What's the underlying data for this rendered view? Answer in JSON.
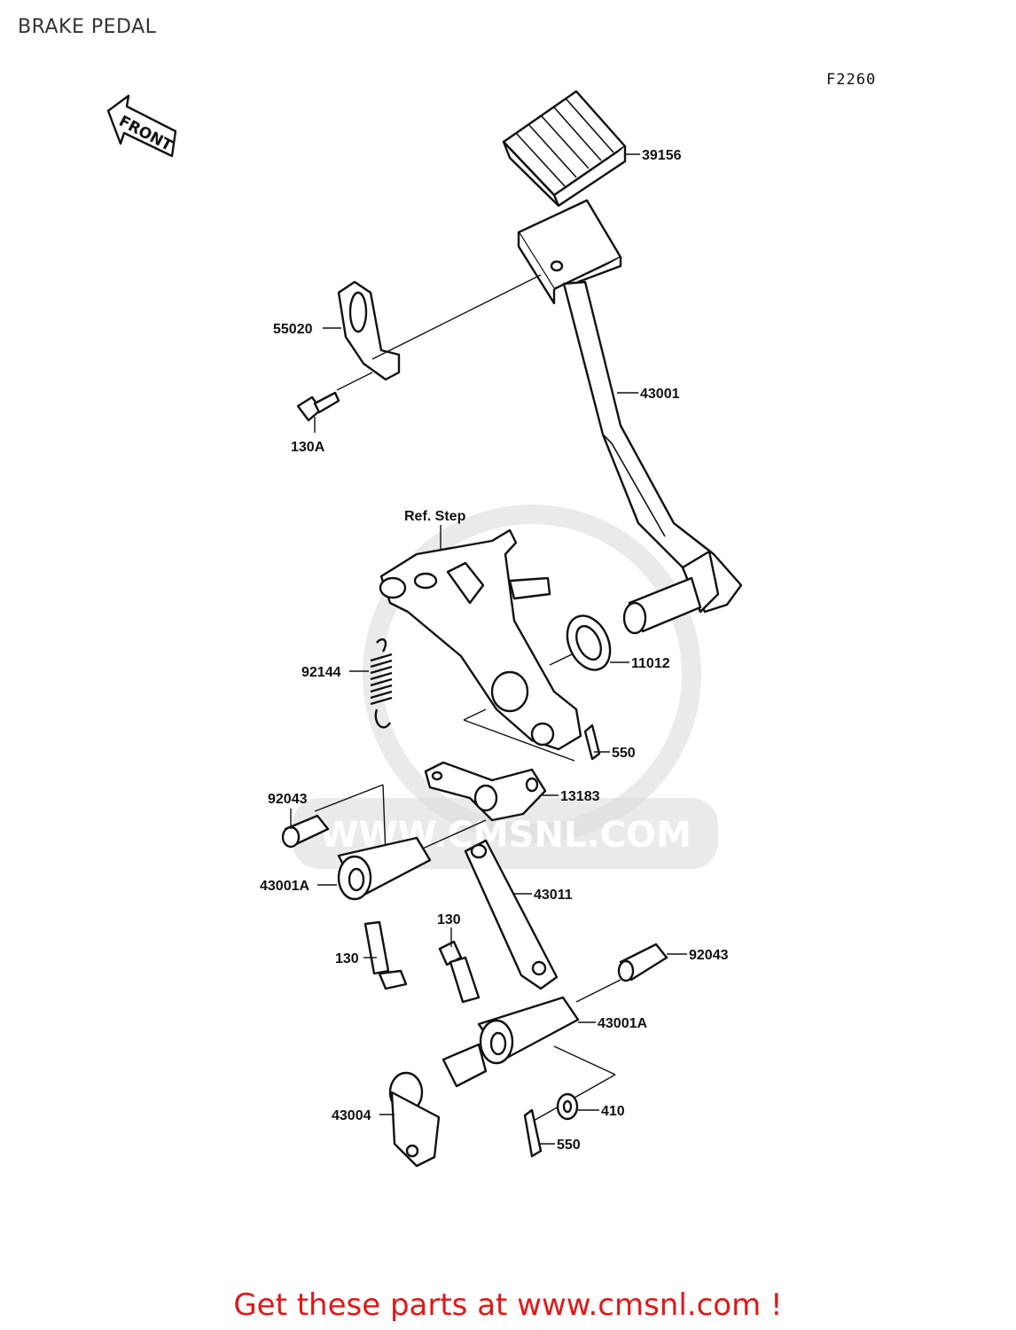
{
  "title": "BRAKE PEDAL",
  "figure_code": "F2260",
  "front_arrow_text": "FRONT",
  "watermark_text": "WWW.CMSNL.COM",
  "part_labels": {
    "p39156": "39156",
    "p55020": "55020",
    "p43001": "43001",
    "p130A": "130A",
    "pRefStep": "Ref. Step",
    "p92144": "92144",
    "p11012": "11012",
    "p550a": "550",
    "p13183": "13183",
    "p92043a": "92043",
    "p43001Aa": "43001A",
    "p43011": "43011",
    "p130a": "130",
    "p130b": "130",
    "p92043b": "92043",
    "p43001Ab": "43001A",
    "p43004": "43004",
    "p410": "410",
    "p550b": "550"
  },
  "footer": "Get these parts at www.cmsnl.com !"
}
